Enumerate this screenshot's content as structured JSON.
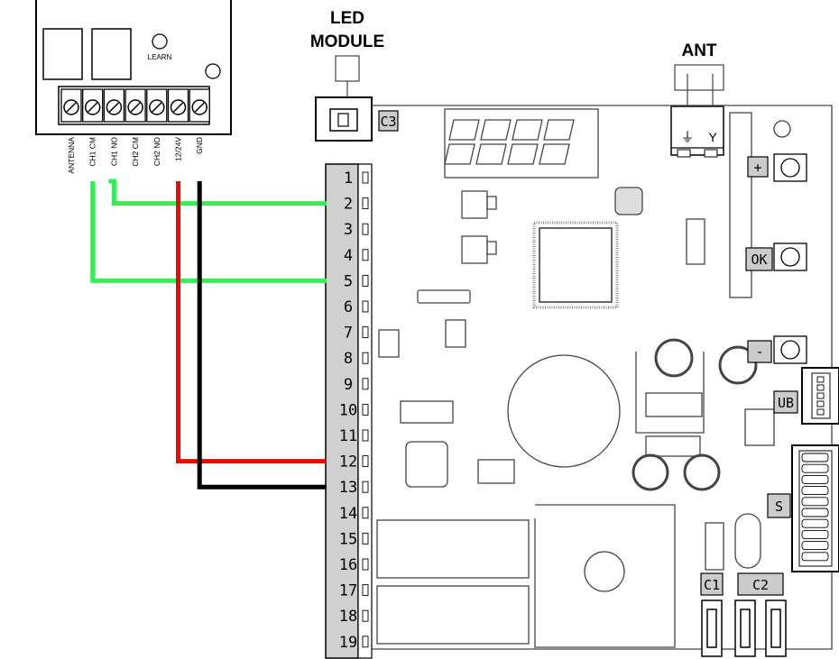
{
  "labels": {
    "led_module_line1": "LED",
    "led_module_line2": "MODULE",
    "ant": "ANT",
    "learn": "LEARN",
    "c3": "C3",
    "ub": "UB",
    "s": "S",
    "c1": "C1",
    "c2": "C2",
    "btn_plus": "+",
    "btn_ok": "OK",
    "btn_minus": "-",
    "ground_symbol": "⏚",
    "antenna_symbol": "Y"
  },
  "receiver_terminals": [
    "ANTENNA",
    "CH1 CM",
    "CH1 NO",
    "CH2 CM",
    "CH2 NO",
    "12/24V",
    "GND"
  ],
  "terminal_strip": [
    "1",
    "2",
    "3",
    "4",
    "5",
    "6",
    "7",
    "8",
    "9",
    "10",
    "11",
    "12",
    "13",
    "14",
    "15",
    "16",
    "17",
    "18",
    "19"
  ],
  "wires": [
    {
      "from": "CH1 CM",
      "to": "5",
      "color": "#33ee55"
    },
    {
      "from": "CH1 NO",
      "to": "2",
      "color": "#33ee55"
    },
    {
      "from": "12/24V",
      "to": "12",
      "color": "#ff0000"
    },
    {
      "from": "GND",
      "to": "13",
      "color": "#000000"
    }
  ],
  "colors": {
    "wire_green": "#33ee55",
    "wire_red": "#ff0000",
    "wire_black": "#000000",
    "terminal_fill": "#d0d0d0",
    "tag_fill": "#cccccc",
    "board_line": "#444444"
  }
}
